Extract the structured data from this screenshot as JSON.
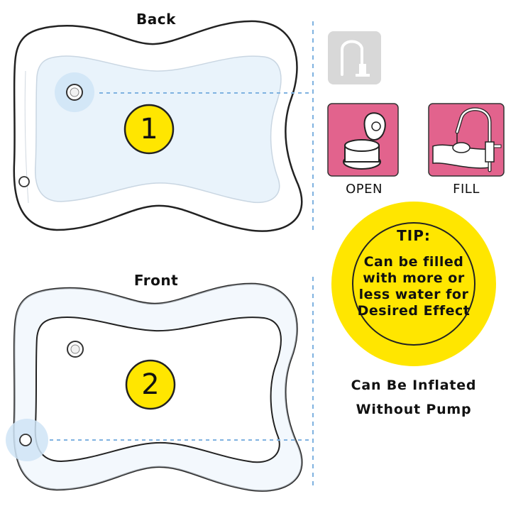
{
  "back": {
    "title": "Back",
    "step": "1"
  },
  "front": {
    "title": "Front",
    "step": "2"
  },
  "steps": {
    "open_label": "OPEN",
    "fill_label": "FILL"
  },
  "tip": {
    "title": "TIP:",
    "line1": "Can be filled",
    "line2": "with more or",
    "line3": "less water for",
    "line4": "Desired Effect"
  },
  "caption": {
    "line1": "Can Be Inflated",
    "line2": "Without Pump"
  },
  "colors": {
    "pink": "#e2638d",
    "yellow": "#ffe600",
    "water": "#e9f3fb",
    "guide": "#7fb2e0",
    "faucet_tile": "#d8d8d8"
  },
  "icons": [
    "faucet-icon",
    "valve-cap-icon",
    "faucet-fill-icon"
  ]
}
